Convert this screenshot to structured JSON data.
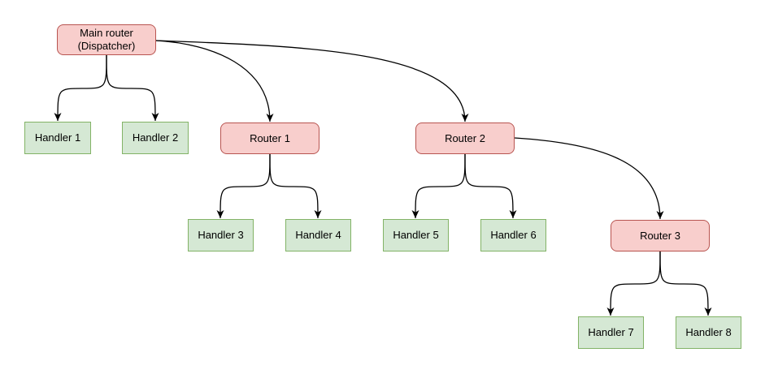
{
  "diagram": {
    "kind": "flowchart-tree",
    "nodes": {
      "main_router": {
        "label": "Main router (Dispatcher)",
        "line1": "Main router",
        "line2": "(Dispatcher)",
        "type": "router"
      },
      "handler1": {
        "label": "Handler 1",
        "type": "handler"
      },
      "handler2": {
        "label": "Handler 2",
        "type": "handler"
      },
      "router1": {
        "label": "Router 1",
        "type": "router"
      },
      "router2": {
        "label": "Router 2",
        "type": "router"
      },
      "handler3": {
        "label": "Handler 3",
        "type": "handler"
      },
      "handler4": {
        "label": "Handler 4",
        "type": "handler"
      },
      "handler5": {
        "label": "Handler 5",
        "type": "handler"
      },
      "handler6": {
        "label": "Handler 6",
        "type": "handler"
      },
      "router3": {
        "label": "Router 3",
        "type": "router"
      },
      "handler7": {
        "label": "Handler 7",
        "type": "handler"
      },
      "handler8": {
        "label": "Handler 8",
        "type": "handler"
      }
    },
    "edges": [
      {
        "from": "main_router",
        "to": "handler1"
      },
      {
        "from": "main_router",
        "to": "handler2"
      },
      {
        "from": "main_router",
        "to": "router1"
      },
      {
        "from": "main_router",
        "to": "router2"
      },
      {
        "from": "router1",
        "to": "handler3"
      },
      {
        "from": "router1",
        "to": "handler4"
      },
      {
        "from": "router2",
        "to": "handler5"
      },
      {
        "from": "router2",
        "to": "handler6"
      },
      {
        "from": "router2",
        "to": "router3"
      },
      {
        "from": "router3",
        "to": "handler7"
      },
      {
        "from": "router3",
        "to": "handler8"
      }
    ]
  },
  "colors": {
    "router_fill": "#f8cecc",
    "router_border": "#b85450",
    "handler_fill": "#d5e8d4",
    "handler_border": "#82b366",
    "edge_stroke": "#000000",
    "text": "#000000",
    "background": "#ffffff"
  }
}
